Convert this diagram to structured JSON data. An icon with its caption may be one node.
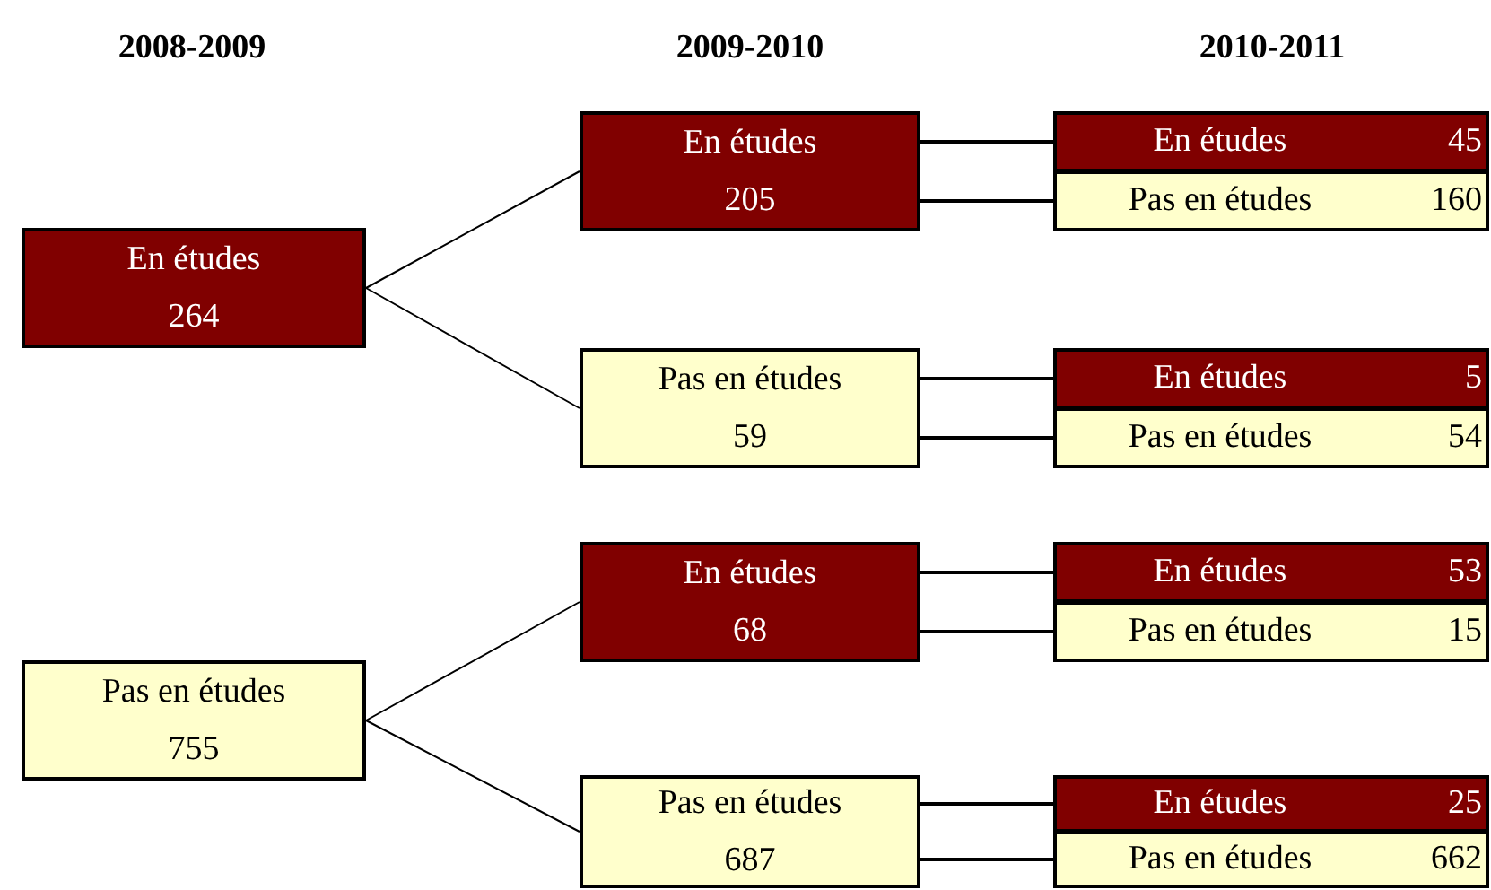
{
  "diagram": {
    "nodes": [
      {
        "text": [
          "En études",
          "264"
        ]
      },
      {
        "text": [
          "En études",
          "205"
        ]
      },
      {
        "text": [
          "En études",
          "45"
        ]
      },
      {
        "text": [
          "Pas en études",
          "160"
        ]
      },
      {
        "text": [
          "Pas en études",
          "59"
        ]
      },
      {
        "text": [
          "En études",
          "5"
        ]
      },
      {
        "text": [
          "Pas en études",
          "54"
        ]
      },
      {
        "text": [
          "Pas en études",
          "755"
        ]
      },
      {
        "text": [
          "En études",
          "68"
        ]
      },
      {
        "text": [
          "En études",
          "53"
        ]
      },
      {
        "text": [
          "Pas en études",
          "15"
        ]
      },
      {
        "text": [
          "Pas en études",
          "687"
        ]
      },
      {
        "text": [
          "En études",
          "25"
        ]
      },
      {
        "text": [
          "Pas en études",
          "662"
        ]
      }
    ],
    "edges": [
      {
        "from": 0,
        "to": 1,
        "arrow": "none"
      },
      {
        "from": 0,
        "to": 4,
        "arrow": "none"
      },
      {
        "from": 1,
        "to": 2,
        "arrow": "none"
      },
      {
        "from": 1,
        "to": 3,
        "arrow": "none"
      },
      {
        "from": 4,
        "to": 5,
        "arrow": "none"
      },
      {
        "from": 4,
        "to": 6,
        "arrow": "none"
      },
      {
        "from": 7,
        "to": 8,
        "arrow": "none"
      },
      {
        "from": 7,
        "to": 11,
        "arrow": "none"
      },
      {
        "from": 8,
        "to": 9,
        "arrow": "none"
      },
      {
        "from": 8,
        "to": 10,
        "arrow": "none"
      },
      {
        "from": 11,
        "to": 12,
        "arrow": "none"
      },
      {
        "from": 11,
        "to": 13,
        "arrow": "none"
      }
    ],
    "labels": [
      "2008-2009",
      "2009-2010",
      "2010-2011"
    ]
  }
}
